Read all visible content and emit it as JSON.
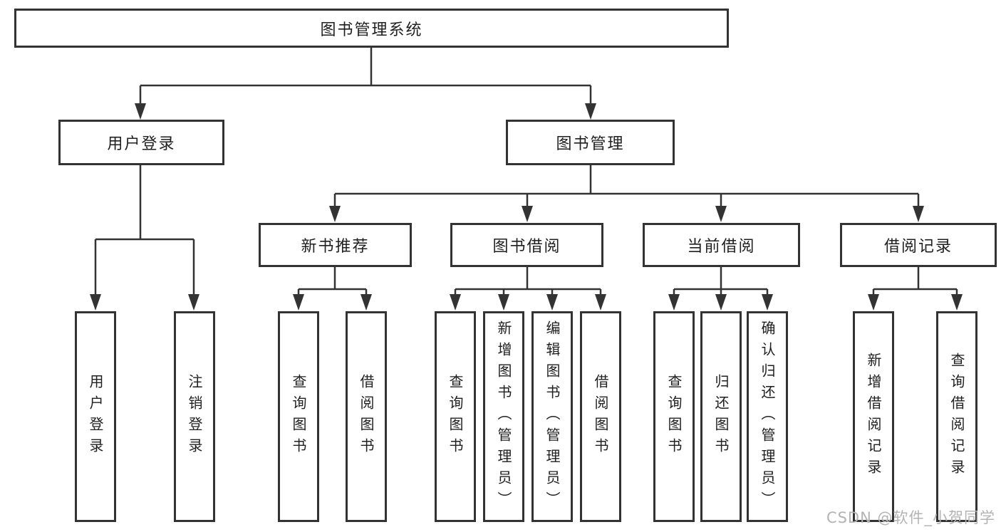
{
  "diagram": {
    "root": {
      "label": "图书管理系统"
    },
    "branches": [
      {
        "label": "用户登录",
        "children": [
          {
            "label": "用户登录"
          },
          {
            "label": "注销登录"
          }
        ]
      },
      {
        "label": "图书管理",
        "children": [
          {
            "label": "新书推荐",
            "children": [
              {
                "label": "查询图书"
              },
              {
                "label": "借阅图书"
              }
            ]
          },
          {
            "label": "图书借阅",
            "children": [
              {
                "label": "查询图书"
              },
              {
                "label": "新增图书（管理员）"
              },
              {
                "label": "编辑图书（管理员）"
              },
              {
                "label": "借阅图书"
              }
            ]
          },
          {
            "label": "当前借阅",
            "children": [
              {
                "label": "查询图书"
              },
              {
                "label": "归还图书"
              },
              {
                "label": "确认归还（管理员）"
              }
            ]
          },
          {
            "label": "借阅记录",
            "children": [
              {
                "label": "新增借阅记录"
              },
              {
                "label": "查询借阅记录"
              }
            ]
          }
        ]
      }
    ]
  },
  "watermark": {
    "label": "CSDN @软件_小贺同学"
  },
  "colors": {
    "line": "#333333",
    "box_border": "#333333",
    "text": "#1f1f1f",
    "watermark": "#b3b3b3",
    "background": "#ffffff"
  }
}
